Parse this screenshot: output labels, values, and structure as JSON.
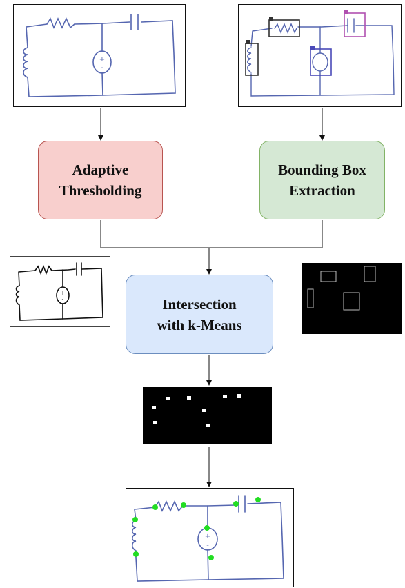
{
  "steps": {
    "adaptive_thresholding": "Adaptive\nThresholding",
    "bounding_box_extraction": "Bounding Box\nExtraction",
    "intersection_kmeans": "Intersection\nwith k-Means"
  },
  "colors": {
    "thresholding_fill": "#f8cfcd",
    "thresholding_border": "#b85450",
    "bbox_fill": "#d5e8d4",
    "bbox_border": "#82b366",
    "intersection_fill": "#dae8fc",
    "intersection_border": "#6c8ebf",
    "sketch_ink": "#5566b0",
    "box_resistor": "#333333",
    "box_capacitor": "#b050b0",
    "box_source": "#4a4ab8",
    "keypoint_green": "#22dd22",
    "mask_background": "#000000"
  },
  "source_symbols": {
    "source_plus": "+",
    "source_minus": "-"
  }
}
